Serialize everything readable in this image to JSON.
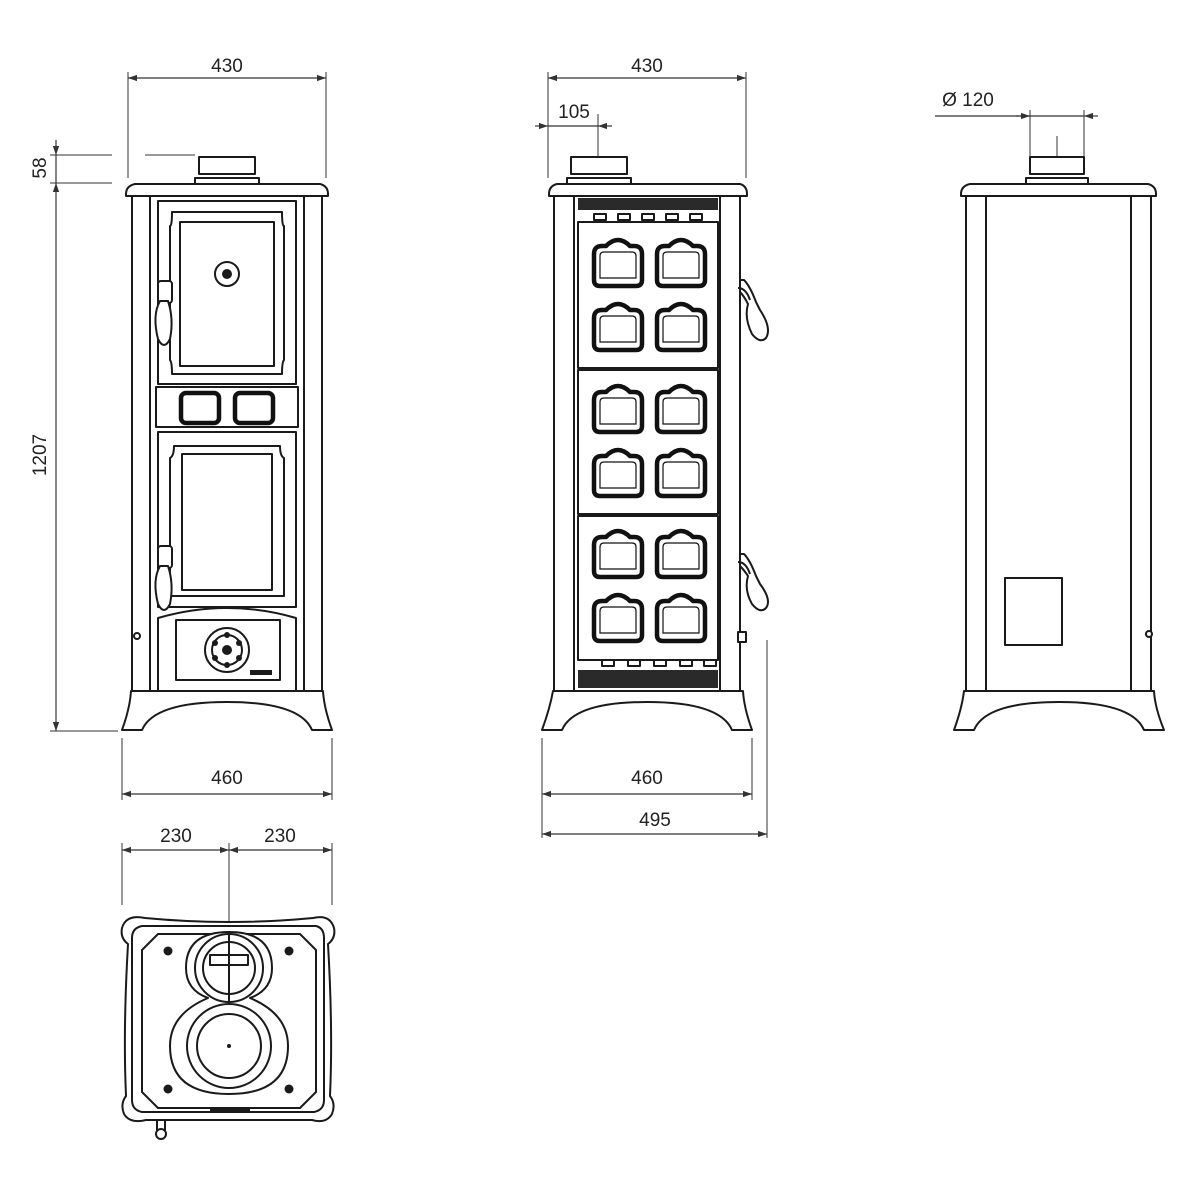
{
  "front_view": {
    "width_top": "430",
    "flue_height": "58",
    "height": "1207",
    "width_base": "460"
  },
  "side_view": {
    "width_top": "430",
    "flue_offset": "105",
    "width_base": "460",
    "depth_total": "495"
  },
  "rear_view": {
    "flue_diameter": "Ø 120"
  },
  "top_view": {
    "half_width_left": "230",
    "half_width_right": "230"
  }
}
